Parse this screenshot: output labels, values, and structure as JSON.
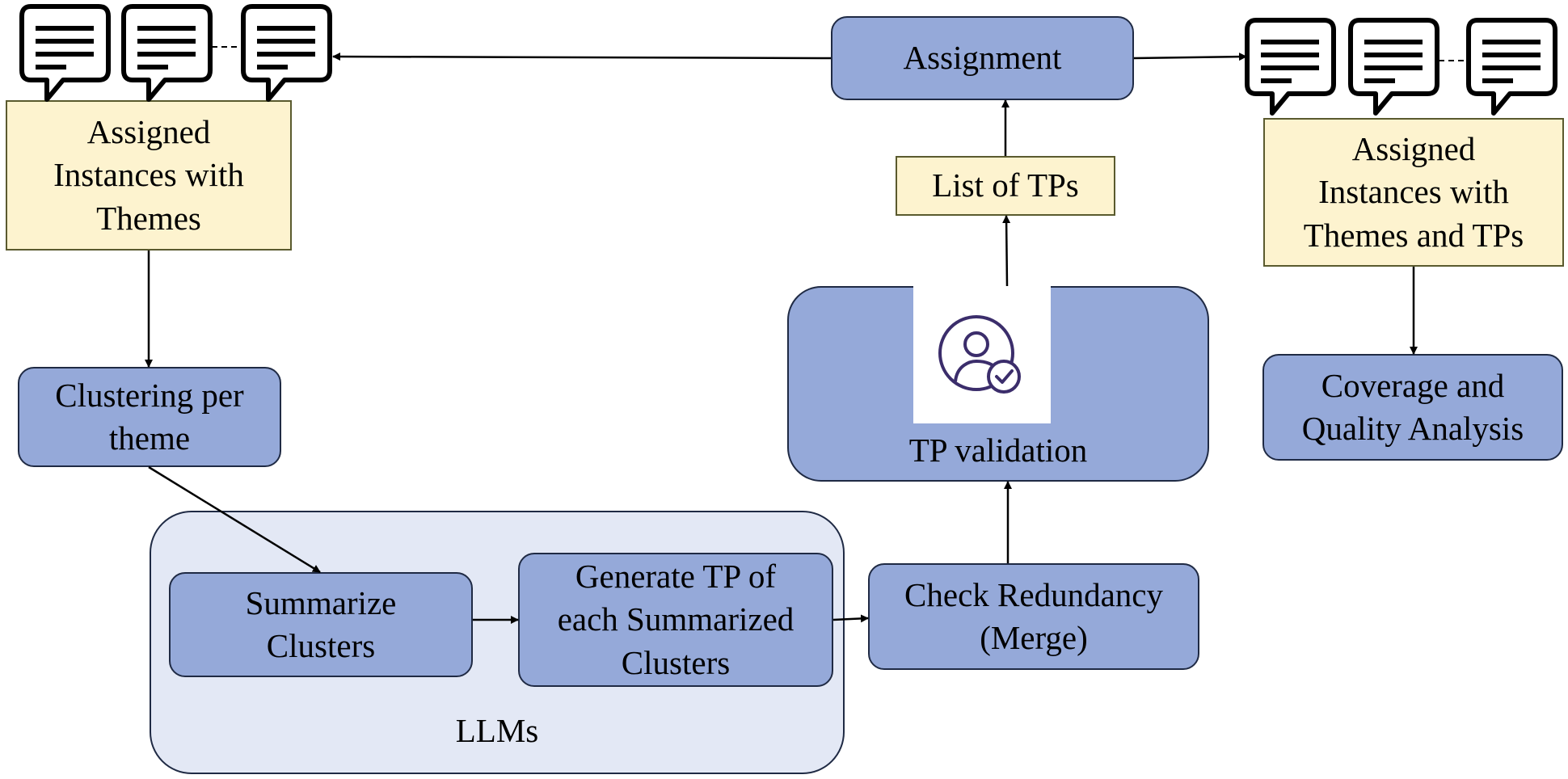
{
  "nodes": {
    "assignment": "Assignment",
    "assigned_left": "Assigned\nInstances with\nThemes",
    "assigned_right": "Assigned\nInstances with\nThemes and TPs",
    "list_tps": "List of TPs",
    "tp_validation": "TP validation",
    "clustering": "Clustering per\ntheme",
    "coverage": "Coverage and\nQuality Analysis",
    "summarize": "Summarize\nClusters",
    "generate_tp": "Generate TP of\neach Summarized\nClusters",
    "check_redundancy": "Check Redundancy\n(Merge)",
    "llms": "LLMs"
  },
  "icons": {
    "speech_bubbles": "speech-bubble-icon",
    "validator": "user-check-icon"
  },
  "colors": {
    "process_box": "#95a9d9",
    "data_box": "#fdf3cf",
    "llm_panel": "#e3e8f5",
    "icon_stroke": "#3b2d6b"
  }
}
